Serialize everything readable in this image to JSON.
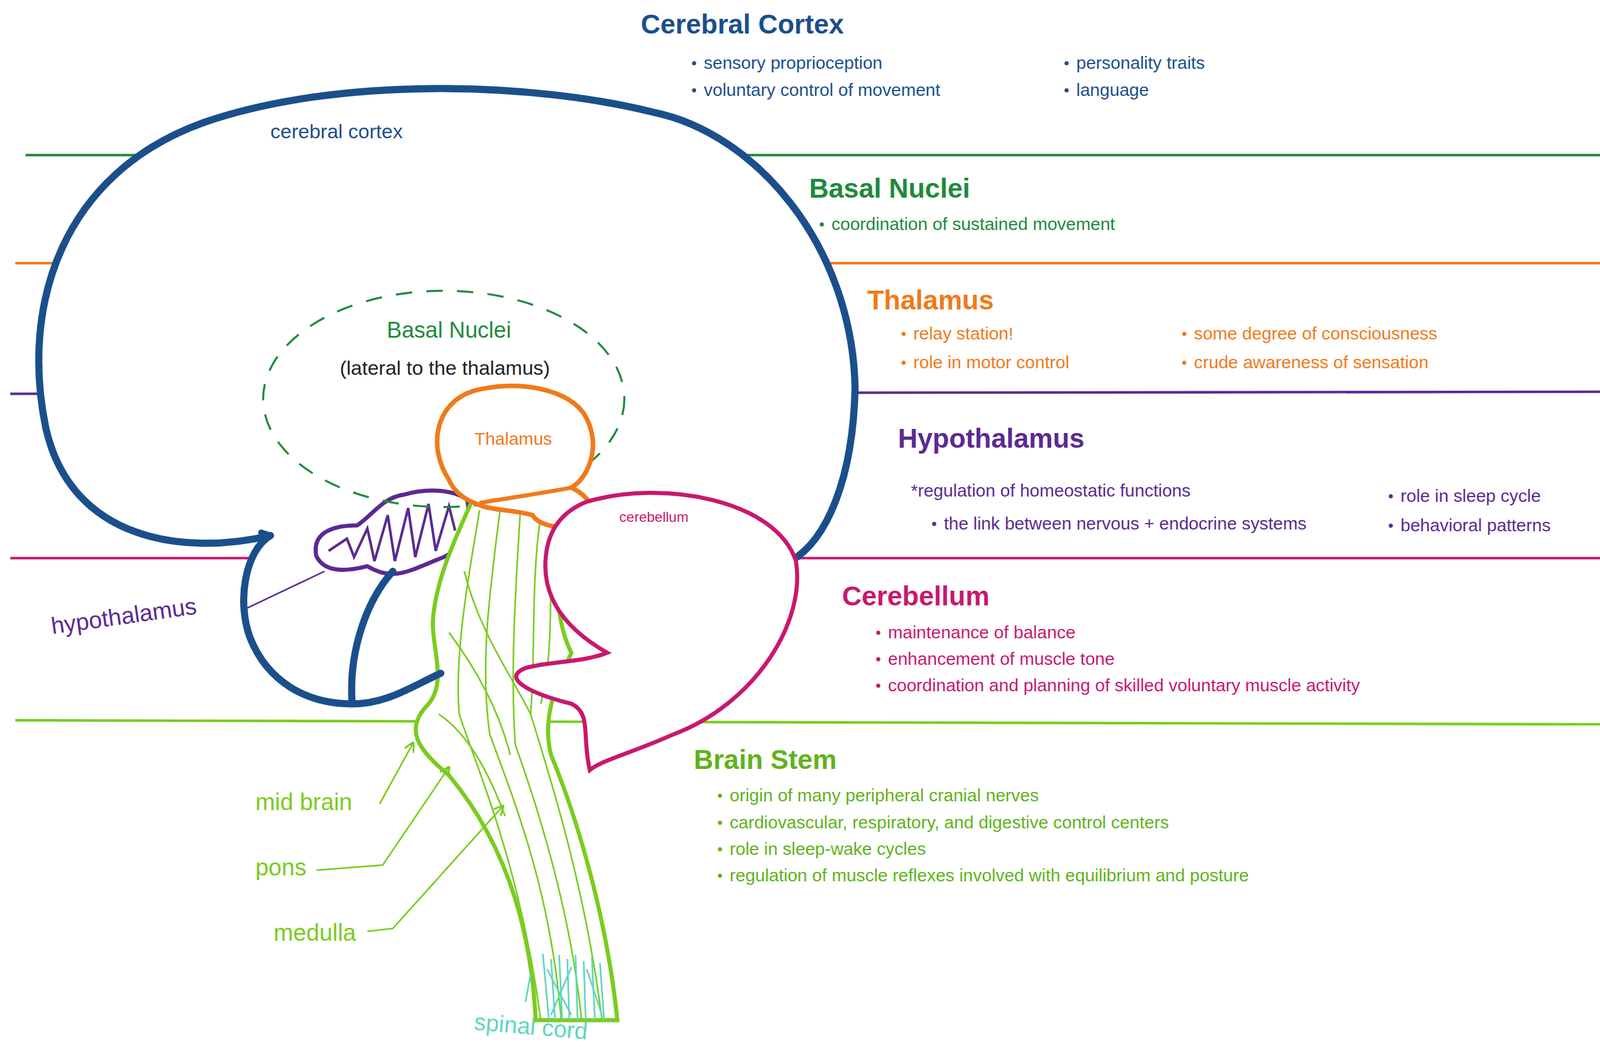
{
  "diagram": {
    "nodes": [
      {
        "text": [
          "Cerebral Cortex",
          "sensory proprioception",
          "voluntary control of movement",
          "personality traits",
          "language"
        ]
      },
      {
        "text": [
          "Basal Nuclei",
          "coordination of sustained movement"
        ]
      },
      {
        "text": [
          "Thalamus",
          "relay station!",
          "role in motor control",
          "some degree of consciousness",
          "crude awareness of sensation"
        ]
      },
      {
        "text": [
          "Hypothalamus",
          "*regulation of homeostatic functions",
          "the link between nervous + endocrine systems",
          "role in sleep cycle",
          "behavioral patterns"
        ]
      },
      {
        "text": [
          "Cerebellum",
          "maintenance of balance",
          "enhancement of muscle tone",
          "coordination and planning of skilled voluntary muscle activity"
        ]
      },
      {
        "text": [
          "Brain Stem",
          "origin of many peripheral cranial nerves",
          "cardiovascular, respiratory, and digestive control centers",
          "role in sleep-wake cycles",
          "regulation of muscle reflexes involved with equilibrium and posture"
        ]
      },
      {
        "text": [
          "cerebral cortex"
        ]
      },
      {
        "text": [
          "Basal Nuclei",
          "(lateral to the thalamus)"
        ],
        "in": 6
      },
      {
        "text": [
          "Thalamus"
        ],
        "in": 6
      },
      {
        "text": [
          "cerebellum"
        ]
      }
    ],
    "labels": [
      "hypothalamus",
      "mid brain",
      "pons",
      "medulla",
      "spinal cord"
    ]
  }
}
